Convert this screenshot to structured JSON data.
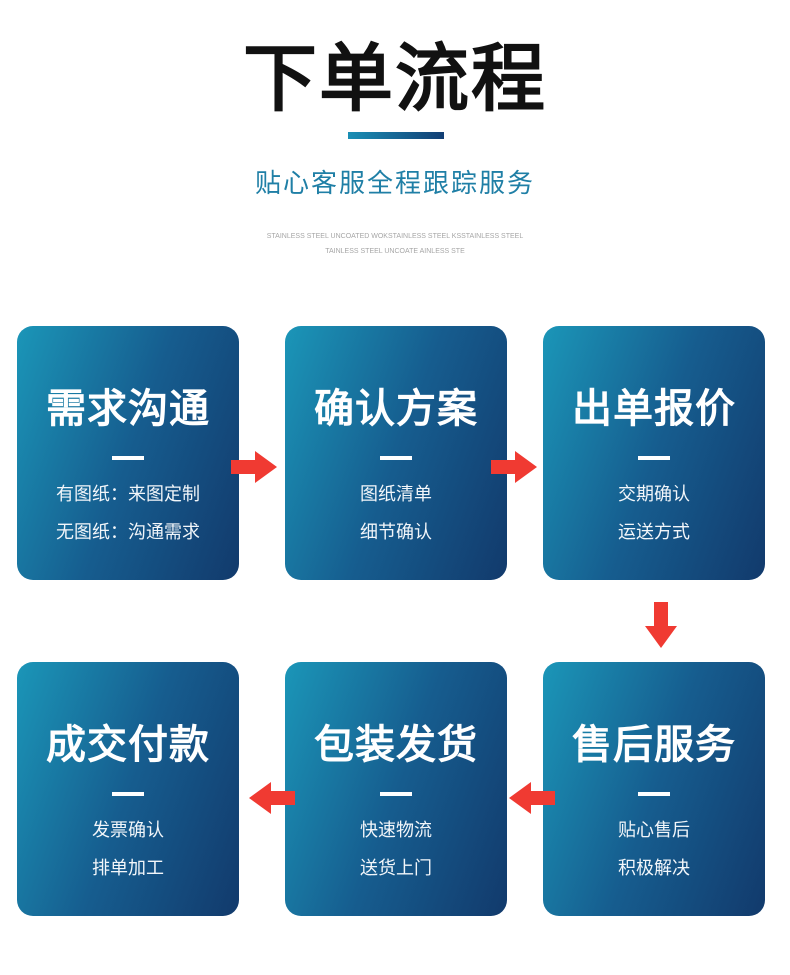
{
  "header": {
    "title": "下单流程",
    "subtitle": "贴心客服全程跟踪服务",
    "fine_line_1": "STAINLESS STEEL UNCOATED WOKSTAINLESS STEEL KSSTAINLESS STEEL",
    "fine_line_2": "TAINLESS STEEL UNCOATE AINLESS STE"
  },
  "steps": [
    {
      "title": "需求沟通",
      "line1": "有图纸：来图定制",
      "line2": "无图纸：沟通需求"
    },
    {
      "title": "确认方案",
      "line1": "图纸清单",
      "line2": "细节确认"
    },
    {
      "title": "出单报价",
      "line1": "交期确认",
      "line2": "运送方式"
    },
    {
      "title": "售后服务",
      "line1": "贴心售后",
      "line2": "积极解决"
    },
    {
      "title": "包装发货",
      "line1": "快速物流",
      "line2": "送货上门"
    },
    {
      "title": "成交付款",
      "line1": "发票确认",
      "line2": "排单加工"
    }
  ],
  "colors": {
    "card_gradient_start": "#1b96b8",
    "card_gradient_end": "#123a6c",
    "arrow": "#f03a32",
    "title": "#111111",
    "subtitle": "#1f7fa6"
  },
  "icons": {
    "flow_arrow": "arrow-icon"
  }
}
